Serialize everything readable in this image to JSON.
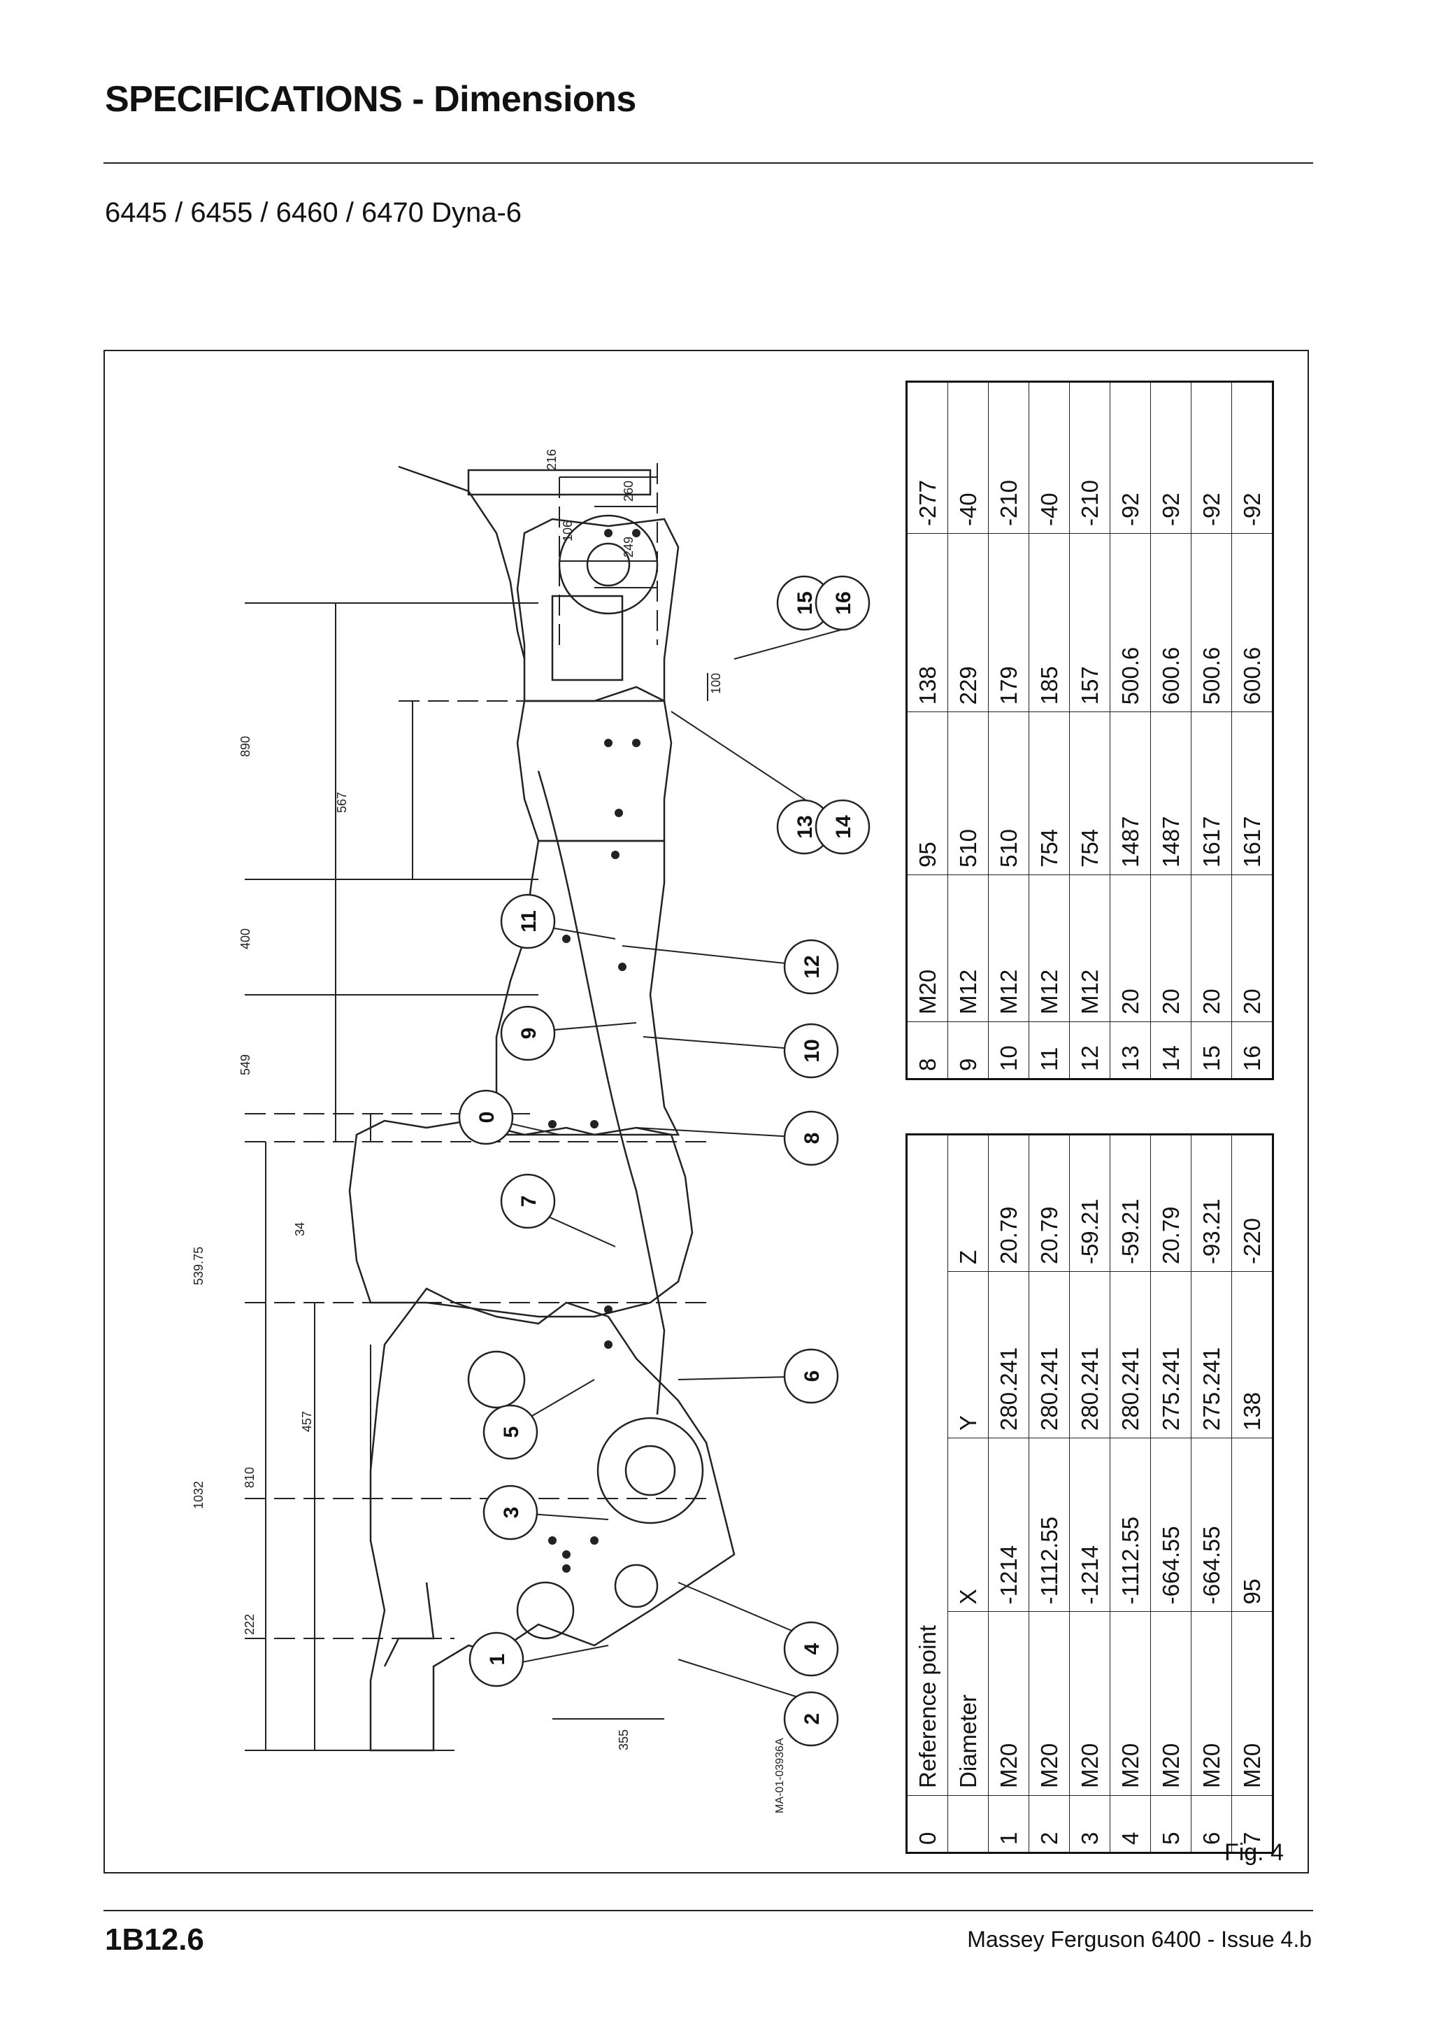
{
  "header": {
    "title": "SPECIFICATIONS - Dimensions",
    "models": "6445 / 6455 / 6460 / 6470 Dyna-6"
  },
  "figure": {
    "caption": "Fig. 4",
    "drawing_ref": "MA-01-03936A",
    "callouts": [
      "0",
      "1",
      "2",
      "3",
      "4",
      "5",
      "6",
      "7",
      "8",
      "9",
      "10",
      "11",
      "12",
      "13",
      "14",
      "15",
      "16"
    ],
    "dimensions": {
      "d216": "216",
      "d260": "260",
      "d106": "106",
      "d249": "249",
      "d100": "100",
      "d890": "890",
      "d567": "567",
      "d400": "400",
      "d549": "549",
      "d34": "34",
      "d539": "539.75",
      "d1032": "1032",
      "d810": "810",
      "d457": "457",
      "d222": "222",
      "d355": "355"
    }
  },
  "table_left": {
    "title_row": {
      "index": "0",
      "label": "Reference point"
    },
    "columns": [
      "Diameter",
      "X",
      "Y",
      "Z"
    ],
    "rows": [
      {
        "n": "1",
        "diameter": "M20",
        "x": "-1214",
        "y": "280.241",
        "z": "20.79"
      },
      {
        "n": "2",
        "diameter": "M20",
        "x": "-1112.55",
        "y": "280.241",
        "z": "20.79"
      },
      {
        "n": "3",
        "diameter": "M20",
        "x": "-1214",
        "y": "280.241",
        "z": "-59.21"
      },
      {
        "n": "4",
        "diameter": "M20",
        "x": "-1112.55",
        "y": "280.241",
        "z": "-59.21"
      },
      {
        "n": "5",
        "diameter": "M20",
        "x": "-664.55",
        "y": "275.241",
        "z": "20.79"
      },
      {
        "n": "6",
        "diameter": "M20",
        "x": "-664.55",
        "y": "275.241",
        "z": "-93.21"
      },
      {
        "n": "7",
        "diameter": "M20",
        "x": "95",
        "y": "138",
        "z": "-220"
      }
    ]
  },
  "table_right": {
    "rows": [
      {
        "n": "8",
        "diameter": "M20",
        "x": "95",
        "y": "138",
        "z": "-277"
      },
      {
        "n": "9",
        "diameter": "M12",
        "x": "510",
        "y": "229",
        "z": "-40"
      },
      {
        "n": "10",
        "diameter": "M12",
        "x": "510",
        "y": "179",
        "z": "-210"
      },
      {
        "n": "11",
        "diameter": "M12",
        "x": "754",
        "y": "185",
        "z": "-40"
      },
      {
        "n": "12",
        "diameter": "M12",
        "x": "754",
        "y": "157",
        "z": "-210"
      },
      {
        "n": "13",
        "diameter": "20",
        "x": "1487",
        "y": "500.6",
        "z": "-92"
      },
      {
        "n": "14",
        "diameter": "20",
        "x": "1487",
        "y": "600.6",
        "z": "-92"
      },
      {
        "n": "15",
        "diameter": "20",
        "x": "1617",
        "y": "500.6",
        "z": "-92"
      },
      {
        "n": "16",
        "diameter": "20",
        "x": "1617",
        "y": "600.6",
        "z": "-92"
      }
    ]
  },
  "footer": {
    "section": "1B12.6",
    "publication": "Massey Ferguson 6400 - Issue 4.b"
  }
}
